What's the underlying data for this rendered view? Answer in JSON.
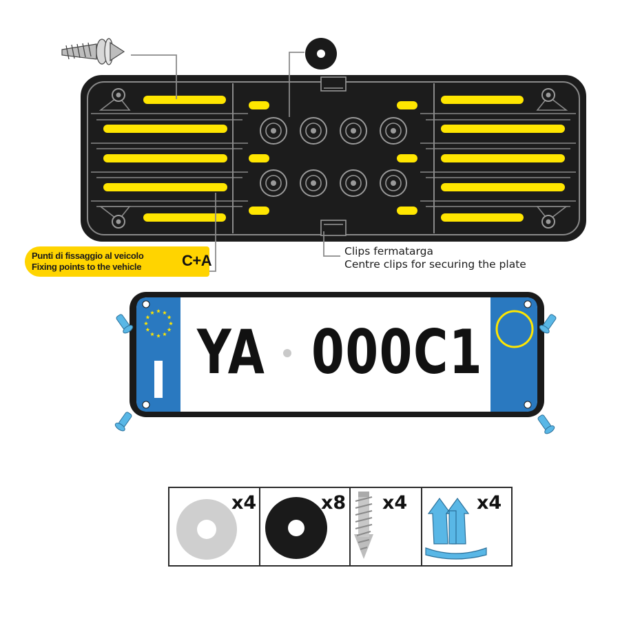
{
  "labels": {
    "fixing_points_it": "Punti di fissaggio al veicolo",
    "fixing_points_en": "Fixing points to the vehicle",
    "fixing_code": "C+A",
    "clips_it": "Clips fermatarga",
    "clips_en": "Centre clips for securing the plate"
  },
  "plate": {
    "part1": "YA",
    "part2": "000C1",
    "country_code": "I"
  },
  "parts": [
    {
      "name": "grey-washer",
      "qty": "x4"
    },
    {
      "name": "black-washer",
      "qty": "x8"
    },
    {
      "name": "screw",
      "qty": "x4"
    },
    {
      "name": "plastic-anchor",
      "qty": "x4"
    }
  ],
  "colors": {
    "frame": "#1a1a1a",
    "stripe": "#ffe600",
    "label_bg": "#ffd400",
    "eu_blue": "#2a79c0",
    "eu_star": "#ffe600",
    "anchor": "#59b7e6",
    "grey_washer": "#cfcfcf"
  }
}
